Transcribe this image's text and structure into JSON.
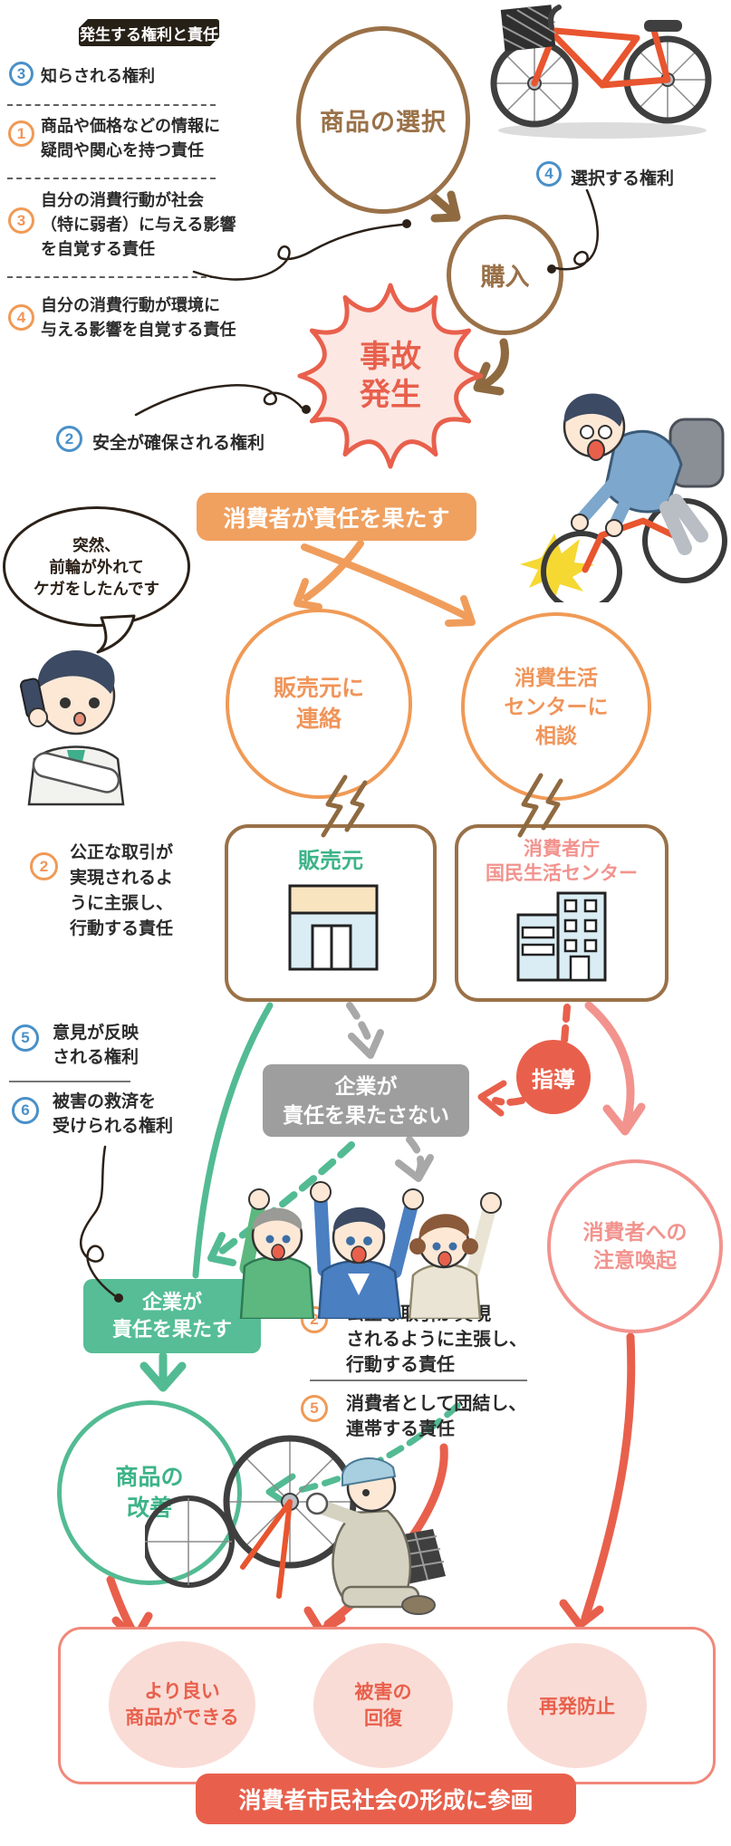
{
  "legend": {
    "title": "発生する権利と責任",
    "items": [
      {
        "num": "3",
        "text": "知らされる権利"
      },
      {
        "num": "1",
        "text": "商品や価格などの情報に\n疑問や関心を持つ責任"
      },
      {
        "num": "3",
        "text": "自分の消費行動が社会\n（特に弱者）に与える影響\nを自覚する責任"
      },
      {
        "num": "4",
        "text": "自分の消費行動が環境に\n与える影響を自覚する責任"
      }
    ]
  },
  "rights": {
    "choose": {
      "num": "4",
      "text": "選択する権利"
    },
    "safety": {
      "num": "2",
      "text": "安全が確保される権利"
    },
    "opinion": {
      "num": "5",
      "text": "意見が反映\nされる権利"
    },
    "redress": {
      "num": "6",
      "text": "被害の救済を\n受けられる権利"
    }
  },
  "responsibilities": {
    "fair_trade_left": {
      "num": "2",
      "text": "公正な取引が\n実現されるよ\nうに主張し、\n行動する責任"
    },
    "fair_trade_right": {
      "num": "2",
      "text": "公正な取引が実現\nされるように主張し、\n行動する責任"
    },
    "unite": {
      "num": "5",
      "text": "消費者として団結し、\n連帯する責任"
    }
  },
  "steps": {
    "select": "商品の選択",
    "purchase": "購入",
    "accident": "事故\n発生",
    "contact_seller": "販売元に\n連絡",
    "consult_center": "消費生活\nセンターに\n相談",
    "improve": "商品の\n改善"
  },
  "banners": {
    "consumer_fulfills": "消費者が責任を果たす",
    "company_fails": "企業が\n責任を果たさない",
    "company_fulfills": "企業が\n責任を果たす",
    "guidance": "指導",
    "alert": "消費者への\n注意喚起",
    "participation": "消費者市民社会の形成に参画"
  },
  "speech_bubble": "突然、\n前輪が外れて\nケガをしたんです",
  "organizations": {
    "seller": "販売元",
    "agency": "消費者庁\n国民生活センター"
  },
  "outcomes": [
    "より良い\n商品ができる",
    "被害の\n回復",
    "再発防止"
  ],
  "colors": {
    "brown": "#9a7148",
    "orange": "#f09a56",
    "red": "#e8604c",
    "pink": "#f2938e",
    "pink_light": "#fadcd6",
    "green": "#53bb93",
    "green_text": "#3cb488",
    "gray": "#9e9e9e",
    "blue_badge": "#4a90c8",
    "ink": "#2b2118"
  }
}
